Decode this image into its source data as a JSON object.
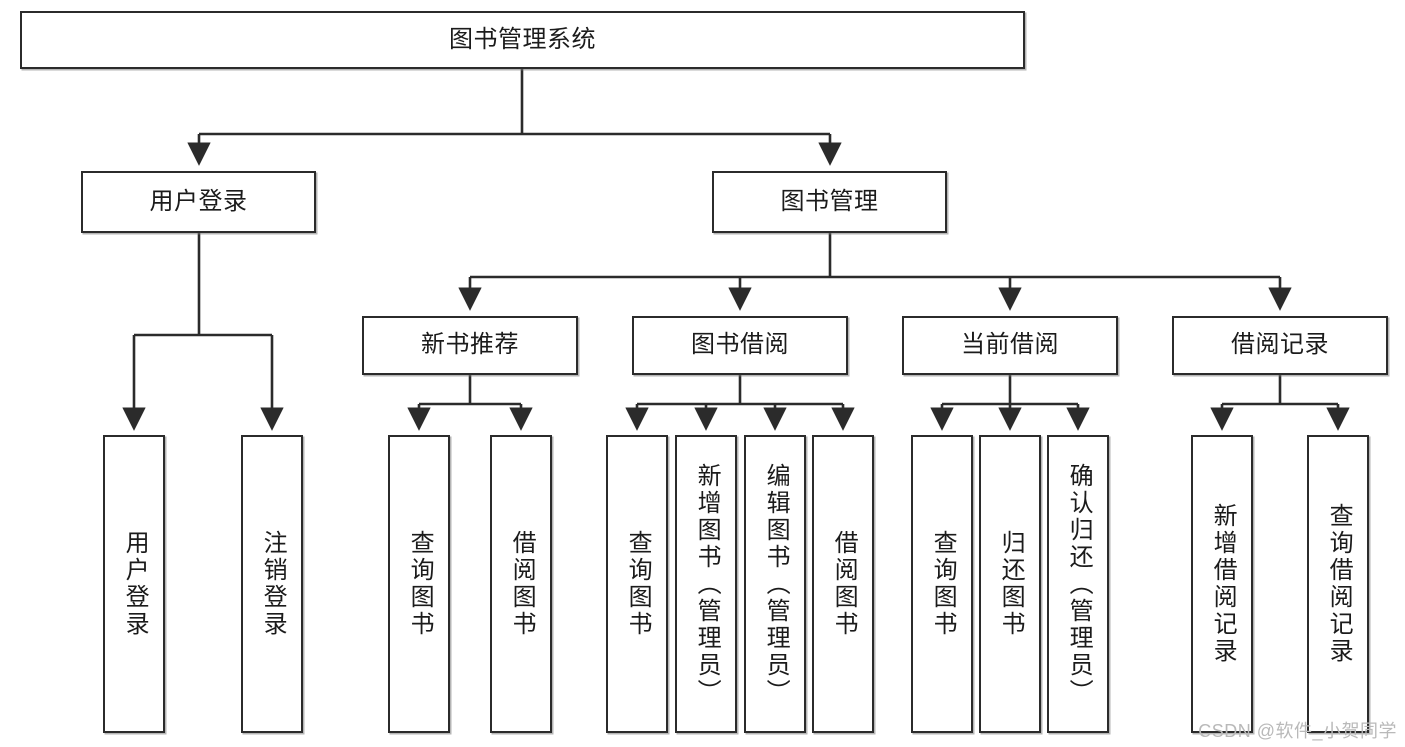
{
  "diagram": {
    "title": "图书管理系统",
    "watermark": "CSDN @软件_小贺同学",
    "line_color": "#2b2b2b",
    "box_fill": "#ffffff",
    "text_color": "#1b1b1b",
    "watermark_color": "#b9b9b9",
    "type": "tree-hierarchy-diagram",
    "levels": 4,
    "nodes": {
      "root": {
        "label": "图书管理系统",
        "level": 0,
        "orientation": "horizontal"
      },
      "l1_0": {
        "label": "用户登录",
        "level": 1,
        "orientation": "horizontal",
        "parent": "root"
      },
      "l1_1": {
        "label": "图书管理",
        "level": 1,
        "orientation": "horizontal",
        "parent": "root"
      },
      "l2_0": {
        "label": "新书推荐",
        "level": 2,
        "orientation": "horizontal",
        "parent": "l1_1"
      },
      "l2_1": {
        "label": "图书借阅",
        "level": 2,
        "orientation": "horizontal",
        "parent": "l1_1"
      },
      "l2_2": {
        "label": "当前借阅",
        "level": 2,
        "orientation": "horizontal",
        "parent": "l1_1"
      },
      "l2_3": {
        "label": "借阅记录",
        "level": 2,
        "orientation": "horizontal",
        "parent": "l1_1"
      },
      "leaf_0": {
        "label": "用户登录",
        "level": 3,
        "orientation": "vertical",
        "parent": "l1_0"
      },
      "leaf_1": {
        "label": "注销登录",
        "level": 3,
        "orientation": "vertical",
        "parent": "l1_0"
      },
      "leaf_2": {
        "label": "查询图书",
        "level": 3,
        "orientation": "vertical",
        "parent": "l2_0"
      },
      "leaf_3": {
        "label": "借阅图书",
        "level": 3,
        "orientation": "vertical",
        "parent": "l2_0"
      },
      "leaf_4": {
        "label": "查询图书",
        "level": 3,
        "orientation": "vertical",
        "parent": "l2_1"
      },
      "leaf_5": {
        "label": "新增图书（管理员）",
        "level": 3,
        "orientation": "vertical",
        "parent": "l2_1"
      },
      "leaf_6": {
        "label": "编辑图书（管理员）",
        "level": 3,
        "orientation": "vertical",
        "parent": "l2_1"
      },
      "leaf_7": {
        "label": "借阅图书",
        "level": 3,
        "orientation": "vertical",
        "parent": "l2_1"
      },
      "leaf_8": {
        "label": "查询图书",
        "level": 3,
        "orientation": "vertical",
        "parent": "l2_2"
      },
      "leaf_9": {
        "label": "归还图书",
        "level": 3,
        "orientation": "vertical",
        "parent": "l2_2"
      },
      "leaf_10": {
        "label": "确认归还（管理员）",
        "level": 3,
        "orientation": "vertical",
        "parent": "l2_2"
      },
      "leaf_11": {
        "label": "新增借阅记录",
        "level": 3,
        "orientation": "vertical",
        "parent": "l2_3"
      },
      "leaf_12": {
        "label": "查询借阅记录",
        "level": 3,
        "orientation": "vertical",
        "parent": "l2_3"
      }
    }
  }
}
